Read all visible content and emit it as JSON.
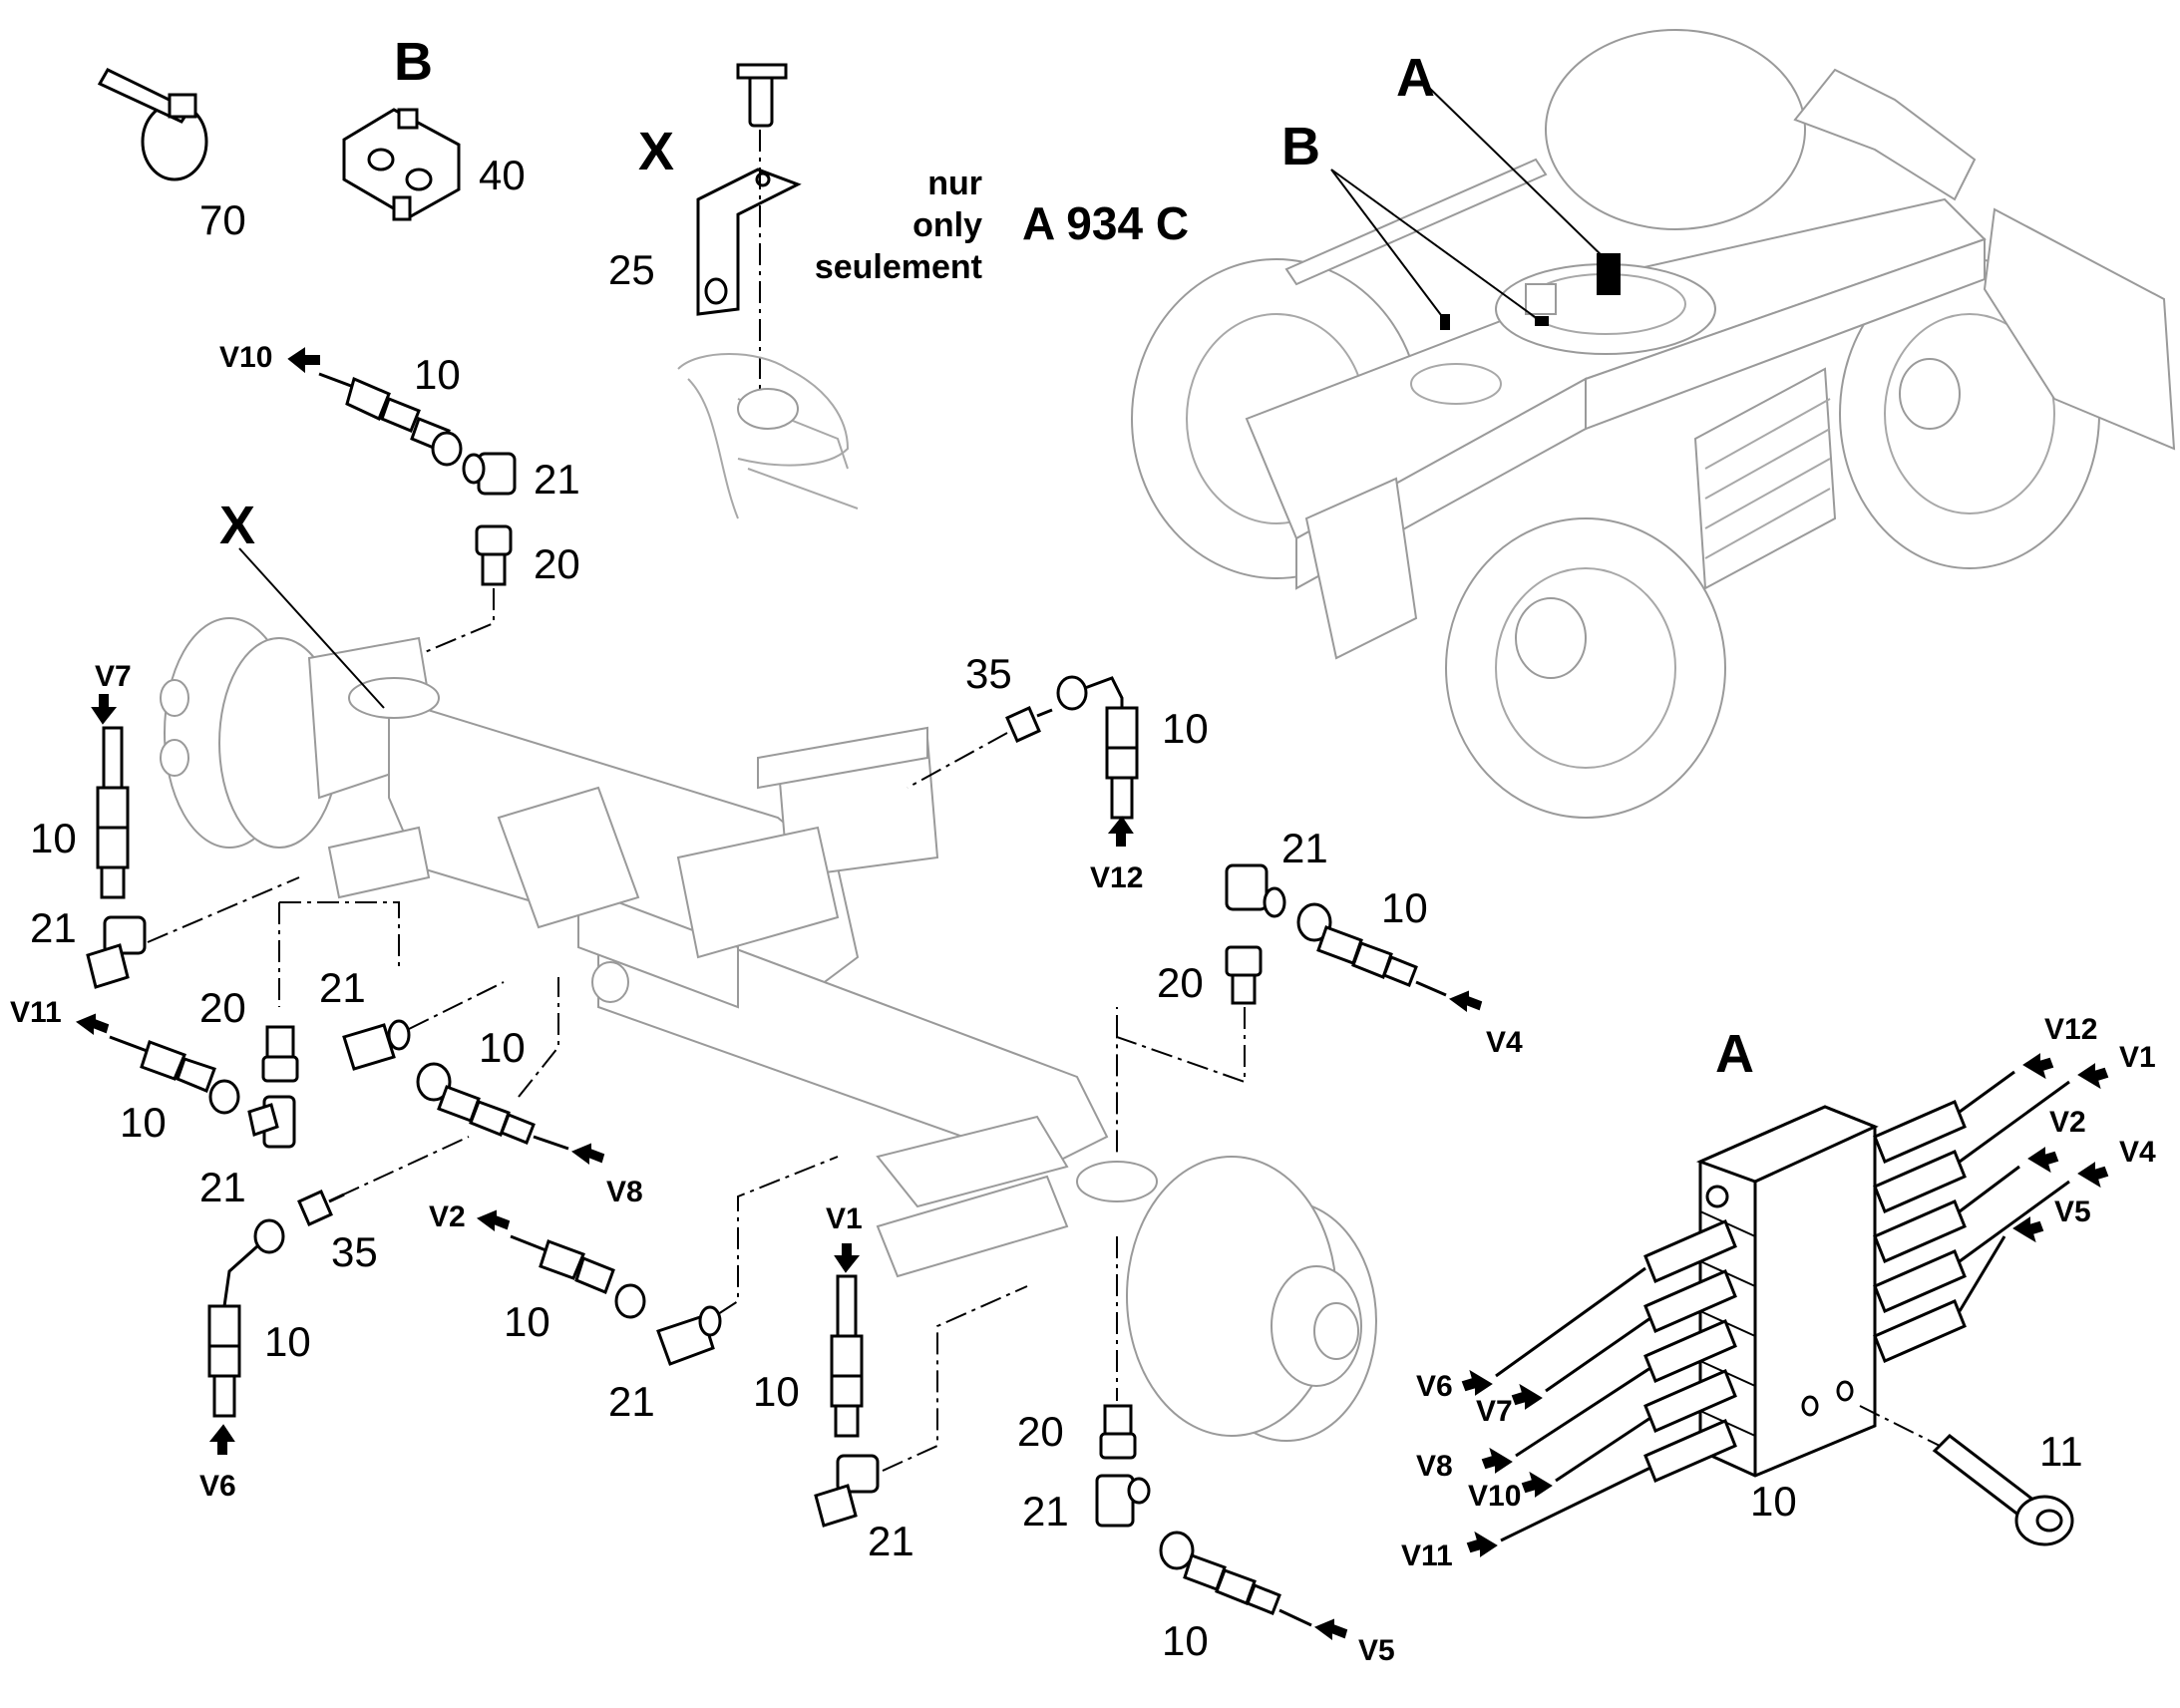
{
  "callouts": {
    "c70": "70",
    "c40": "40",
    "c25": "25",
    "c10_top": "10",
    "c21_top": "21",
    "c20_top": "20",
    "c10_v7": "10",
    "c21_left": "21",
    "c21_mid": "21",
    "c20_mid": "20",
    "c10_v11": "10",
    "c21_v11": "21",
    "c10_v8": "10",
    "c35_left": "35",
    "c10_v6": "10",
    "c10_v2": "10",
    "c21_bottom_left": "21",
    "c10_v1": "10",
    "c21_v1": "21",
    "c20_bottom": "20",
    "c21_bottom": "21",
    "c10_v5": "10",
    "c35_right": "35",
    "c10_v12": "10",
    "c21_right": "21",
    "c10_v4": "10",
    "c20_right": "20",
    "c11": "11",
    "c10_block": "10"
  },
  "letters": {
    "A_top": "A",
    "B_top": "B",
    "B_parts": "B",
    "X_detail": "X",
    "X_axle": "X",
    "A_block": "A"
  },
  "note": {
    "line1": "nur",
    "line2": "only",
    "line3": "seulement",
    "model": "A 934 C"
  },
  "ports": {
    "v10_top": "V10",
    "v7": "V7",
    "v11": "V11",
    "v8": "V8",
    "v6": "V6",
    "v2": "V2",
    "v1": "V1",
    "v5": "V5",
    "v12": "V12",
    "v4": "V4",
    "blk_v12": "V12",
    "blk_v1": "V1",
    "blk_v2": "V2",
    "blk_v4": "V4",
    "blk_v5": "V5",
    "blk_v6": "V6",
    "blk_v7": "V7",
    "blk_v8": "V8",
    "blk_v10": "V10",
    "blk_v11": "V11"
  }
}
